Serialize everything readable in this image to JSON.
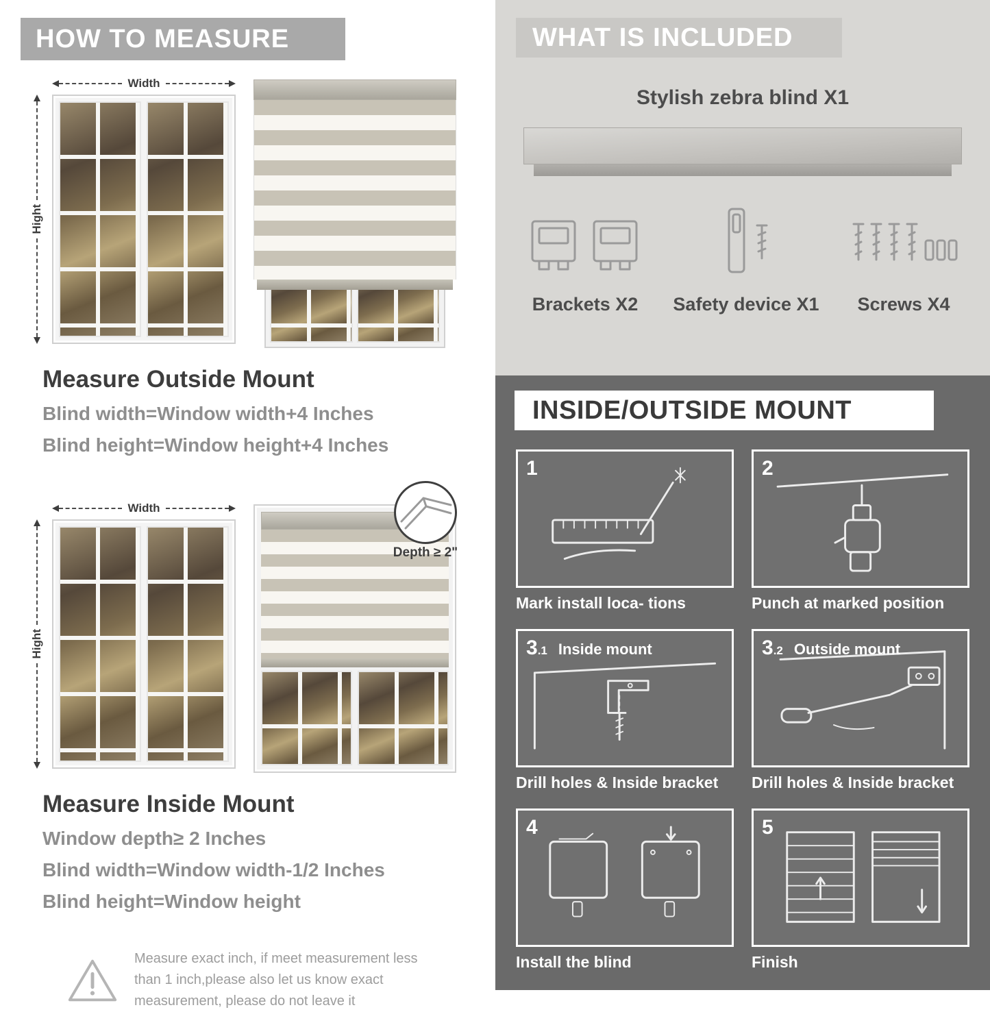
{
  "labels": {
    "width": "Width",
    "height": "Hight"
  },
  "left": {
    "header": "HOW TO MEASURE",
    "outside": {
      "title": "Measure Outside Mount",
      "formulas": [
        "Blind width=Window width+4 Inches",
        "Blind height=Window height+4 Inches"
      ]
    },
    "inside": {
      "title": "Measure Inside Mount",
      "depth_callout": "Depth ≥ 2\"",
      "formulas": [
        "Window depth≥ 2 Inches",
        "Blind width=Window width-1/2 Inches",
        "Blind height=Window height"
      ]
    },
    "warning_text": "Measure exact inch, if meet measurement less than 1 inch,please also let us know exact measurement, please do not leave it"
  },
  "right": {
    "included": {
      "header": "WHAT IS INCLUDED",
      "product": "Stylish zebra blind X1",
      "items": [
        {
          "label": "Brackets X2"
        },
        {
          "label": "Safety device X1"
        },
        {
          "label": "Screws X4"
        }
      ]
    },
    "mount": {
      "header": "INSIDE/OUTSIDE MOUNT",
      "steps": [
        {
          "num": "1",
          "sub": "",
          "label": "",
          "caption": "Mark install loca- tions"
        },
        {
          "num": "2",
          "sub": "",
          "label": "",
          "caption": "Punch at  marked position"
        },
        {
          "num": "3",
          "sub": ".1",
          "label": "Inside mount",
          "caption": "Drill holes &  Inside bracket"
        },
        {
          "num": "3",
          "sub": ".2",
          "label": "Outside mount",
          "caption": "Drill holes &  Inside bracket"
        },
        {
          "num": "4",
          "sub": "",
          "label": "",
          "caption": "Install the blind"
        },
        {
          "num": "5",
          "sub": "",
          "label": "",
          "caption": "Finish"
        }
      ]
    }
  }
}
